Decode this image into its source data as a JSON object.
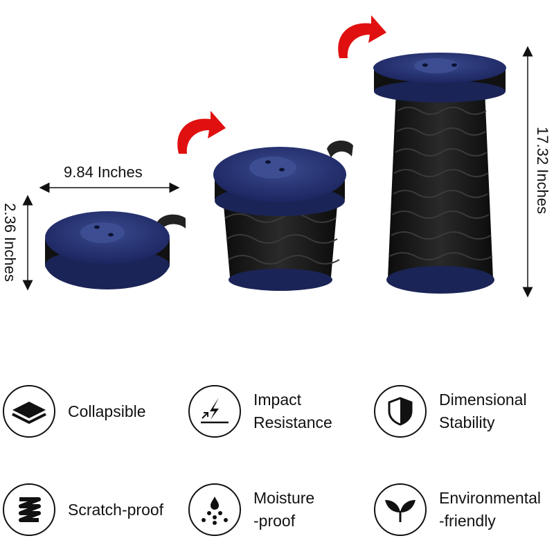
{
  "dimensions": {
    "width_label": "9.84 Inches",
    "folded_height_label": "2.36 Inches",
    "extended_height_label": "17.32 Inches"
  },
  "features": [
    {
      "lines": [
        "Collapsible"
      ],
      "icon": "layers-icon"
    },
    {
      "lines": [
        "Impact",
        "Resistance"
      ],
      "icon": "impact-icon"
    },
    {
      "lines": [
        "Dimensional",
        "Stability"
      ],
      "icon": "shield-icon"
    },
    {
      "lines": [
        "Scratch-proof"
      ],
      "icon": "scratch-icon"
    },
    {
      "lines": [
        "Moisture",
        "-proof"
      ],
      "icon": "droplet-icon"
    },
    {
      "lines": [
        "Environmental",
        "-friendly"
      ],
      "icon": "leaf-icon"
    }
  ],
  "colors": {
    "seat_blue": "#1e2a63",
    "seat_top": "#2c3a7a",
    "body_black": "#1a1a1a",
    "arrow_red": "#e01010"
  }
}
